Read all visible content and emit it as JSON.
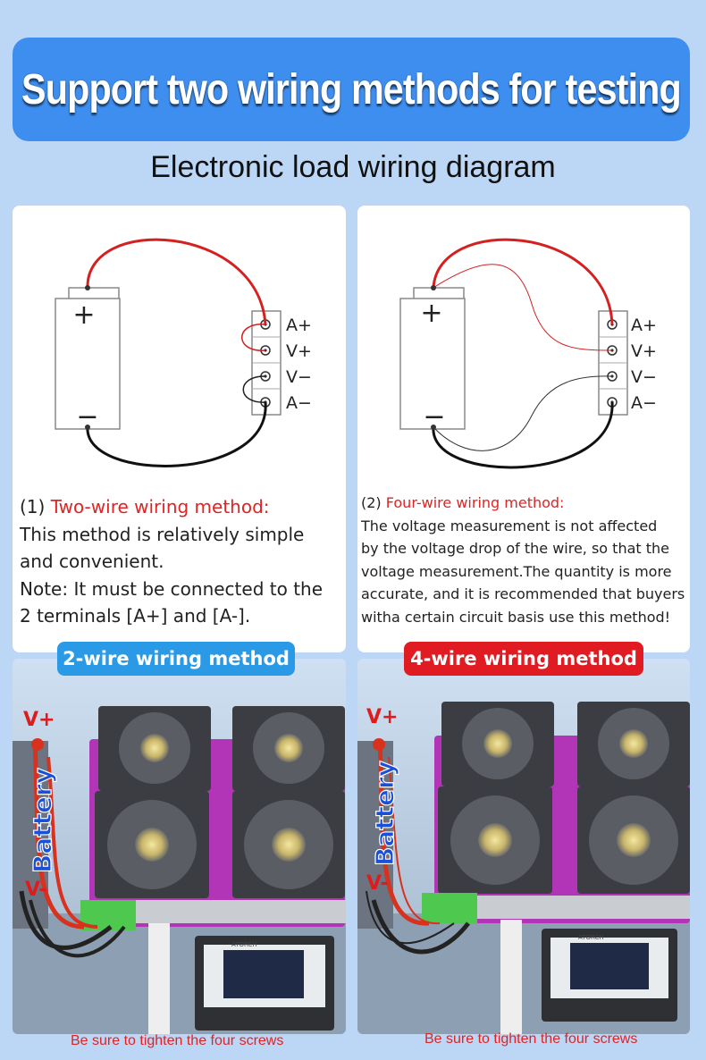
{
  "banner": {
    "title": "Support two wiring methods for testing"
  },
  "subtitle": "Electronic load wiring diagram",
  "colors": {
    "banner": "#3e8ef0",
    "accent_red": "#e02424",
    "pill_blue": "#2b9ae6",
    "pill_red": "#e01b22",
    "background": "#bcd6f6"
  },
  "terminals": [
    "A+",
    "V+",
    "V−",
    "A−"
  ],
  "battery": {
    "plus": "+",
    "minus": "−"
  },
  "two_wire": {
    "prefix": "(1) ",
    "heading": "Two-wire wiring method:",
    "line1": "This method is relatively simple",
    "line2": "and convenient.",
    "line3": "Note: It must be connected to the",
    "line4": "2 terminals [A+] and [A-].",
    "pill": "2-wire wiring method",
    "screw_note": "Be sure to tighten the four screws"
  },
  "four_wire": {
    "prefix": "(2) ",
    "heading": "Four-wire wiring method:",
    "line1": "The voltage measurement is not affected",
    "line2": "by the voltage drop of the wire, so that the",
    "line3": "voltage measurement.The quantity is more",
    "line4": "accurate, and it is recommended that buyers",
    "line5": "witha certain circuit basis use this method!",
    "pill": "4-wire wiring method",
    "screw_note": "Be sure to tighten the four screws"
  },
  "photo_labels": {
    "battery": "Battery",
    "v_plus": "V+",
    "v_minus": "V-"
  },
  "device": {
    "brand": "ATORCH"
  }
}
